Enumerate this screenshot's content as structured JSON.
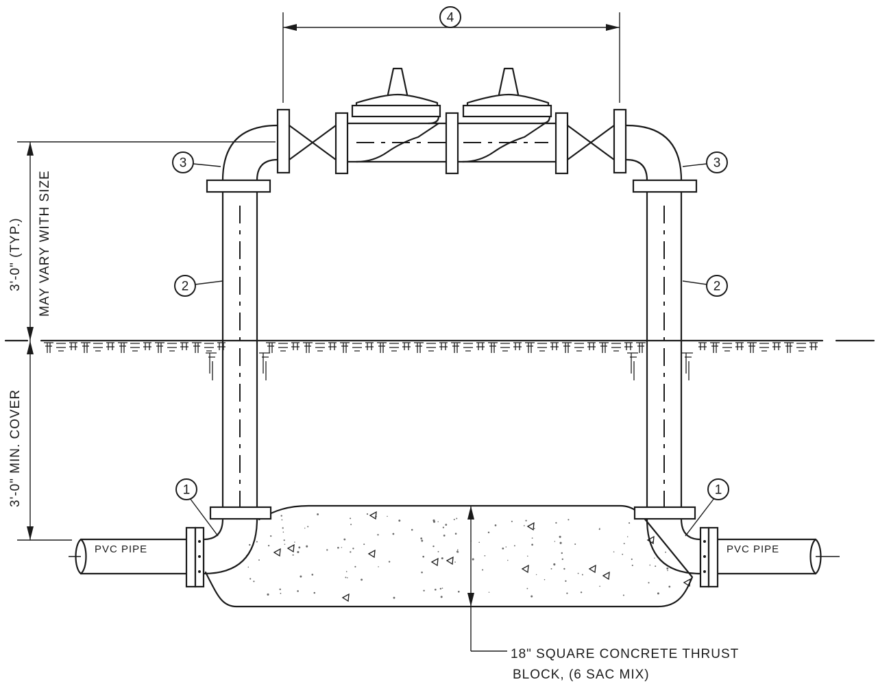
{
  "callouts": {
    "fitting_1": "1",
    "pipe_2": "2",
    "elbow_3": "3",
    "assembly_4": "4"
  },
  "dimensions": {
    "above_grade_line1": "3'-0\" (TYP.)",
    "above_grade_line2": "MAY VARY WITH SIZE",
    "below_grade": "3'-0\" MIN. COVER"
  },
  "pipe_labels": {
    "left": "PVC PIPE",
    "right": "PVC PIPE"
  },
  "thrust_block": {
    "line1": "18\" SQUARE CONCRETE THRUST",
    "line2": "BLOCK, (6 SAC MIX)"
  }
}
